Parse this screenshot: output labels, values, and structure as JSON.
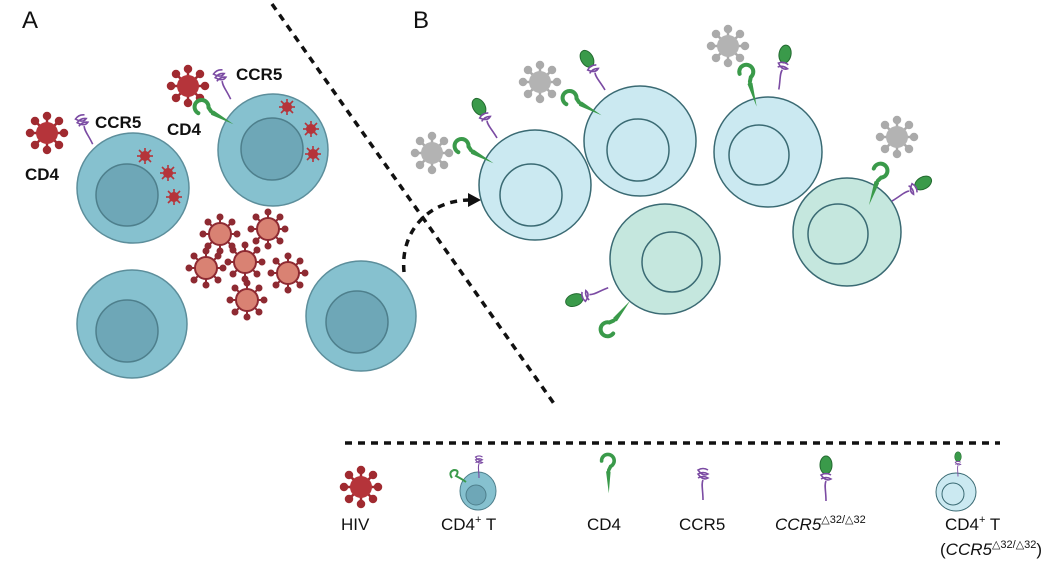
{
  "panels": {
    "a": {
      "label": "A",
      "ccr5_label": "CCR5",
      "cd4_label": "CD4"
    },
    "b": {
      "label": "B"
    }
  },
  "legend": {
    "items": [
      {
        "label": "HIV"
      },
      {
        "label_main": "CD4",
        "label_sup": "+",
        "label_tail": " T"
      },
      {
        "label": "CD4"
      },
      {
        "label": "CCR5"
      },
      {
        "label_main": "CCR5",
        "label_sup": "△32/△32"
      },
      {
        "label_main": "CD4",
        "label_sup": "+",
        "label_tail": " T",
        "line2_open": "(",
        "line2_main": "CCR5",
        "line2_sup": "△32/△32",
        "line2_close": ")"
      }
    ]
  },
  "colors": {
    "hiv_red": "#b5343a",
    "free_virus": "#d98273",
    "cell_teal": "#86c1cf",
    "nucleus_teal": "#6ea7b7",
    "resistant_cell": "#cbe9f1",
    "resistant_cell_alt": "#c5e7de",
    "cd4_green": "#3a9a4a",
    "ccr5_purple": "#7b4ba3",
    "inactive_virus": "#a8a8a8"
  }
}
